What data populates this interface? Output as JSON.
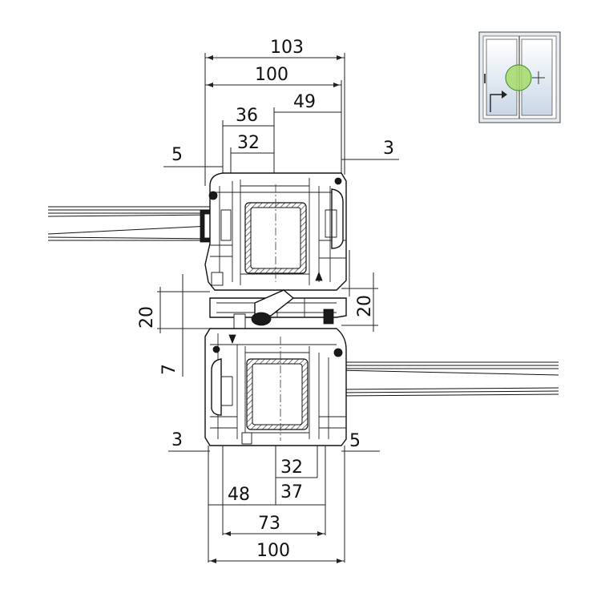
{
  "dimensions": {
    "top_overall": "103",
    "top_frame": "100",
    "top_49": "49",
    "top_36": "36",
    "top_32": "32",
    "left_5": "5",
    "right_3": "3",
    "left_20": "20",
    "right_20": "20",
    "left_7": "7",
    "bottom_left_3": "3",
    "bottom_right_5": "5",
    "bottom_32": "32",
    "bottom_37": "37",
    "bottom_48": "48",
    "bottom_73": "73",
    "bottom_100": "100"
  },
  "legend": {
    "icon": "sliding-window-icon",
    "highlight_color": "#a6d96a",
    "frame_color": "#dfe6ee"
  },
  "colors": {
    "line": "#111111",
    "background": "#ffffff"
  }
}
